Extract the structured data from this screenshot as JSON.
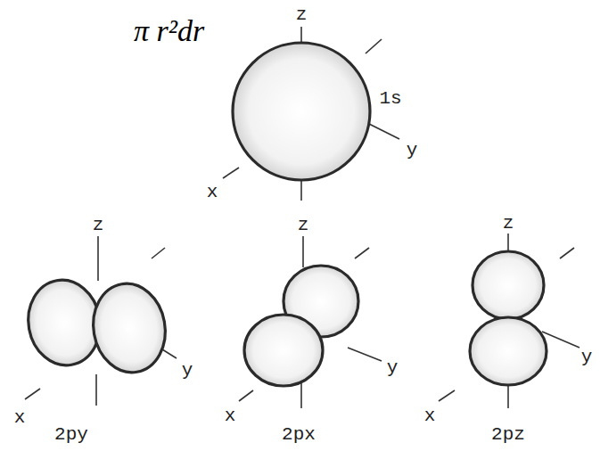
{
  "diagram": {
    "labels": [
      "π r²dr",
      "z",
      "1s",
      "y",
      "x",
      "z",
      "x",
      "y",
      "2py",
      "z",
      "x",
      "y",
      "2px",
      "z",
      "x",
      "y",
      "2pz"
    ]
  }
}
